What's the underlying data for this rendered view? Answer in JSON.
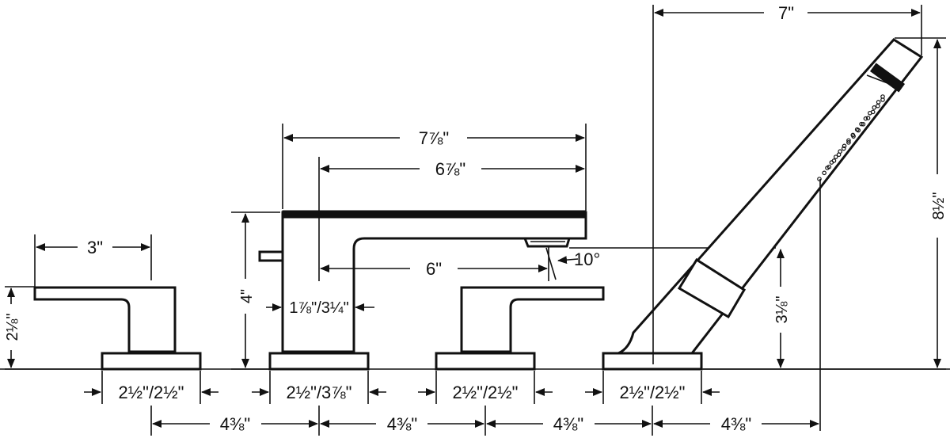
{
  "dimensions": {
    "handle_left_width": "3\"",
    "handle_left_height": "2⅛\"",
    "spout_total_length": "7⅞\"",
    "spout_reach": "6⅞\"",
    "spout_clearance": "6\"",
    "spout_height": "4\"",
    "spout_body": "1⅞\"/3¼\"",
    "spout_angle": "10°",
    "handshower_width": "7\"",
    "handshower_height": "8½\"",
    "handshower_holder_height": "3⅛\"",
    "base_1": "2½\"/2½\"",
    "base_2": "2½\"/3⅞\"",
    "base_3": "2½\"/2½\"",
    "base_4": "2½\"/2½\"",
    "spacing_1": "4⅜\"",
    "spacing_2": "4⅜\"",
    "spacing_3": "4⅜\"",
    "spacing_4": "4⅜\""
  }
}
